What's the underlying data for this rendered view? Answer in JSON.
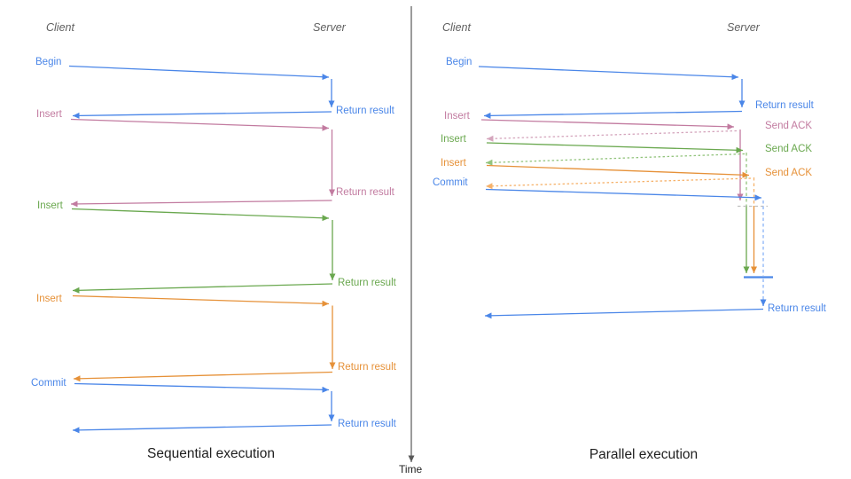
{
  "colors": {
    "blue": "#4a86e8",
    "pink": "#c27ba0",
    "green": "#6aa84f",
    "orange": "#e69138",
    "blue_light": "#8ab4f8",
    "pink_light": "#d5a6bd",
    "green_light": "#93c47d",
    "orange_light": "#f6b26b",
    "axis_gray": "#595959",
    "header_gray": "#5f5f5f",
    "barrier_gray": "#bfbfbf",
    "title_text": "#1f1f1f"
  },
  "time_axis": {
    "label": "Time"
  },
  "sequential": {
    "title": "Sequential execution",
    "client": "Client",
    "server": "Server",
    "ops": [
      {
        "request": "Begin",
        "response": "Return result"
      },
      {
        "request": "Insert",
        "response": "Return result"
      },
      {
        "request": "Insert",
        "response": "Return result"
      },
      {
        "request": "Insert",
        "response": "Return result"
      },
      {
        "request": "Commit",
        "response": "Return result"
      }
    ]
  },
  "parallel": {
    "title": "Parallel execution",
    "client": "Client",
    "server": "Server",
    "ops": [
      {
        "request": "Begin",
        "response": "Return result"
      },
      {
        "request": "Insert",
        "response": "Send ACK"
      },
      {
        "request": "Insert",
        "response": "Send ACK"
      },
      {
        "request": "Insert",
        "response": "Send ACK"
      },
      {
        "request": "Commit",
        "response": "Return result"
      }
    ]
  }
}
